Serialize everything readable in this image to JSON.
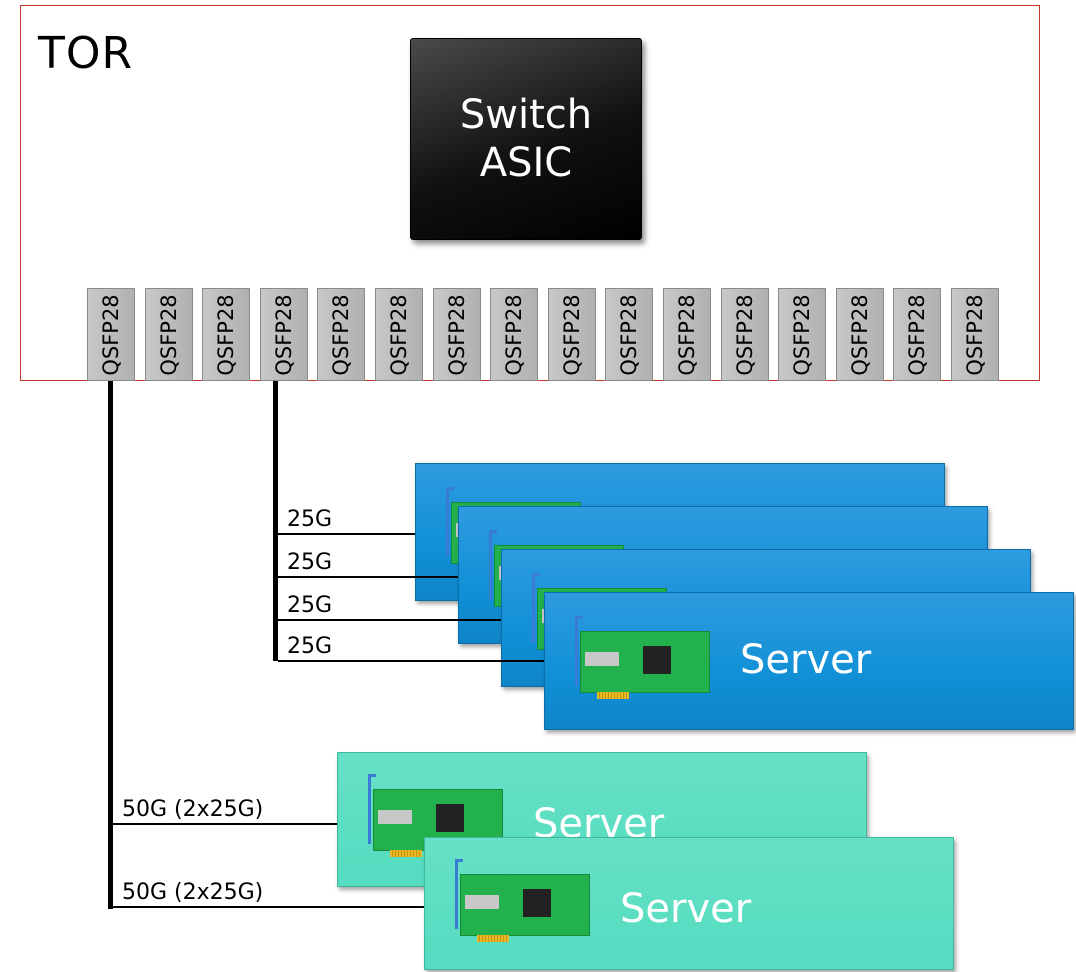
{
  "tor": {
    "label": "TOR"
  },
  "asic": {
    "label": "Switch\nASIC"
  },
  "ports": [
    "QSFP28",
    "QSFP28",
    "QSFP28",
    "QSFP28",
    "QSFP28",
    "QSFP28",
    "QSFP28",
    "QSFP28",
    "QSFP28",
    "QSFP28",
    "QSFP28",
    "QSFP28",
    "QSFP28",
    "QSFP28",
    "QSFP28",
    "QSFP28"
  ],
  "breakout_links": [
    "25G",
    "25G",
    "25G",
    "25G"
  ],
  "dual_links": [
    "50G (2x25G)",
    "50G (2x25G)"
  ],
  "blue_servers": [
    {
      "label": ""
    },
    {
      "label": ""
    },
    {
      "label": ""
    },
    {
      "label": "Server"
    }
  ],
  "teal_servers": [
    {
      "label": "Server"
    },
    {
      "label": "Server"
    }
  ],
  "colors": {
    "tor_border": "#c0392b",
    "blue_server": "#1190d6",
    "teal_server": "#55dcc0",
    "nic": "#22b14c"
  }
}
